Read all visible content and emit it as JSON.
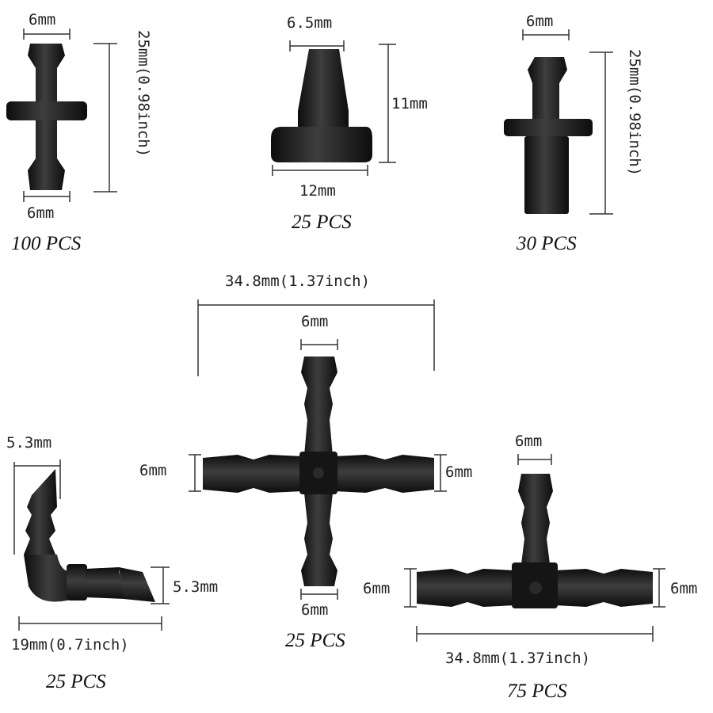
{
  "colors": {
    "part": "#1a1a1a",
    "part_highlight": "#4a4a4a",
    "dimension_line": "#333333",
    "background": "#ffffff"
  },
  "connector_a": {
    "top_width": "6mm",
    "bottom_width": "6mm",
    "length": "25mm(0.98inch)",
    "quantity": "100 PCS"
  },
  "plug": {
    "top_width": "6.5mm",
    "height": "11mm",
    "base_width": "12mm",
    "quantity": "25 PCS"
  },
  "connector_b": {
    "top_width": "6mm",
    "length": "25mm(0.98inch)",
    "quantity": "30 PCS"
  },
  "cross": {
    "overall_width": "34.8mm(1.37inch)",
    "top_width": "6mm",
    "left_width": "6mm",
    "right_width": "6mm",
    "bottom_width": "6mm",
    "quantity": "25 PCS"
  },
  "elbow": {
    "top_width": "5.3mm",
    "right_width": "5.3mm",
    "overall_width": "19mm(0.7inch)",
    "quantity": "25 PCS"
  },
  "tee": {
    "top_width": "6mm",
    "left_width": "6mm",
    "right_width": "6mm",
    "overall_width": "34.8mm(1.37inch)",
    "quantity": "75 PCS"
  }
}
